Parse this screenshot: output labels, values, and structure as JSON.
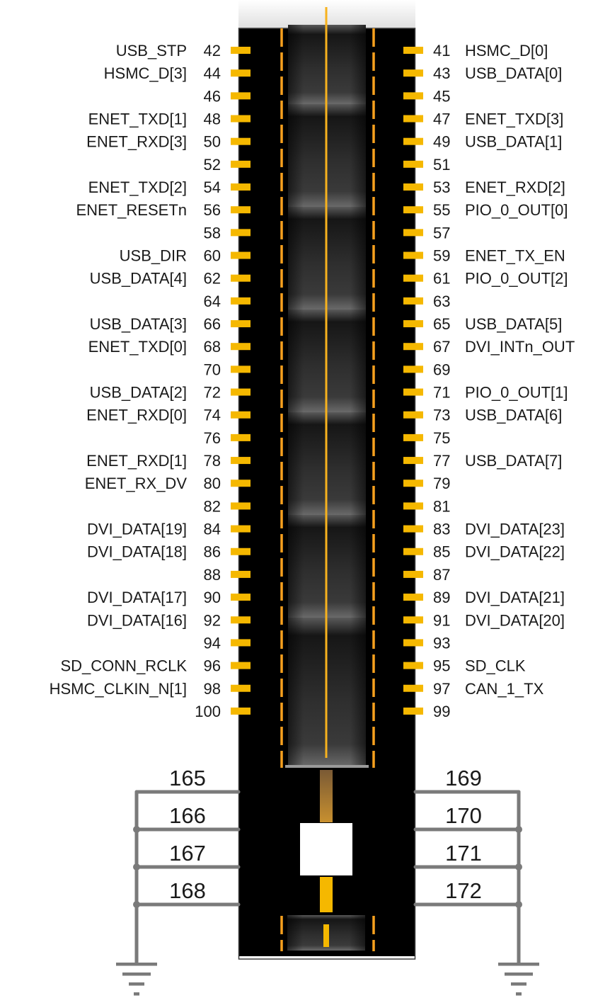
{
  "diagram": {
    "left_pins": [
      {
        "num": "42",
        "signal": "USB_STP"
      },
      {
        "num": "44",
        "signal": "HSMC_D[3]"
      },
      {
        "num": "46",
        "signal": ""
      },
      {
        "num": "48",
        "signal": "ENET_TXD[1]"
      },
      {
        "num": "50",
        "signal": "ENET_RXD[3]"
      },
      {
        "num": "52",
        "signal": ""
      },
      {
        "num": "54",
        "signal": "ENET_TXD[2]"
      },
      {
        "num": "56",
        "signal": "ENET_RESETn"
      },
      {
        "num": "58",
        "signal": ""
      },
      {
        "num": "60",
        "signal": "USB_DIR"
      },
      {
        "num": "62",
        "signal": "USB_DATA[4]"
      },
      {
        "num": "64",
        "signal": ""
      },
      {
        "num": "66",
        "signal": "USB_DATA[3]"
      },
      {
        "num": "68",
        "signal": "ENET_TXD[0]"
      },
      {
        "num": "70",
        "signal": ""
      },
      {
        "num": "72",
        "signal": "USB_DATA[2]"
      },
      {
        "num": "74",
        "signal": "ENET_RXD[0]"
      },
      {
        "num": "76",
        "signal": ""
      },
      {
        "num": "78",
        "signal": "ENET_RXD[1]"
      },
      {
        "num": "80",
        "signal": "ENET_RX_DV"
      },
      {
        "num": "82",
        "signal": ""
      },
      {
        "num": "84",
        "signal": "DVI_DATA[19]"
      },
      {
        "num": "86",
        "signal": "DVI_DATA[18]"
      },
      {
        "num": "88",
        "signal": ""
      },
      {
        "num": "90",
        "signal": "DVI_DATA[17]"
      },
      {
        "num": "92",
        "signal": "DVI_DATA[16]"
      },
      {
        "num": "94",
        "signal": ""
      },
      {
        "num": "96",
        "signal": "SD_CONN_RCLK"
      },
      {
        "num": "98",
        "signal": "HSMC_CLKIN_N[1]"
      },
      {
        "num": "100",
        "signal": ""
      }
    ],
    "right_pins": [
      {
        "num": "41",
        "signal": "HSMC_D[0]"
      },
      {
        "num": "43",
        "signal": "USB_DATA[0]"
      },
      {
        "num": "45",
        "signal": ""
      },
      {
        "num": "47",
        "signal": "ENET_TXD[3]"
      },
      {
        "num": "49",
        "signal": "USB_DATA[1]"
      },
      {
        "num": "51",
        "signal": ""
      },
      {
        "num": "53",
        "signal": "ENET_RXD[2]"
      },
      {
        "num": "55",
        "signal": "PIO_0_OUT[0]"
      },
      {
        "num": "57",
        "signal": ""
      },
      {
        "num": "59",
        "signal": "ENET_TX_EN"
      },
      {
        "num": "61",
        "signal": "PIO_0_OUT[2]"
      },
      {
        "num": "63",
        "signal": ""
      },
      {
        "num": "65",
        "signal": "USB_DATA[5]"
      },
      {
        "num": "67",
        "signal": "DVI_INTn_OUT"
      },
      {
        "num": "69",
        "signal": ""
      },
      {
        "num": "71",
        "signal": "PIO_0_OUT[1]"
      },
      {
        "num": "73",
        "signal": "USB_DATA[6]"
      },
      {
        "num": "75",
        "signal": ""
      },
      {
        "num": "77",
        "signal": "USB_DATA[7]"
      },
      {
        "num": "79",
        "signal": ""
      },
      {
        "num": "81",
        "signal": ""
      },
      {
        "num": "83",
        "signal": "DVI_DATA[23]"
      },
      {
        "num": "85",
        "signal": "DVI_DATA[22]"
      },
      {
        "num": "87",
        "signal": ""
      },
      {
        "num": "89",
        "signal": "DVI_DATA[21]"
      },
      {
        "num": "91",
        "signal": "DVI_DATA[20]"
      },
      {
        "num": "93",
        "signal": ""
      },
      {
        "num": "95",
        "signal": "SD_CLK"
      },
      {
        "num": "97",
        "signal": "CAN_1_TX"
      },
      {
        "num": "99",
        "signal": ""
      }
    ],
    "left_ground_pins": [
      "165",
      "166",
      "167",
      "168"
    ],
    "right_ground_pins": [
      "169",
      "170",
      "171",
      "172"
    ],
    "colors": {
      "pin": "#f5b800",
      "connector_body": "#000000",
      "accent_line": "#f7a01e",
      "wire": "#7a7a7a"
    }
  }
}
